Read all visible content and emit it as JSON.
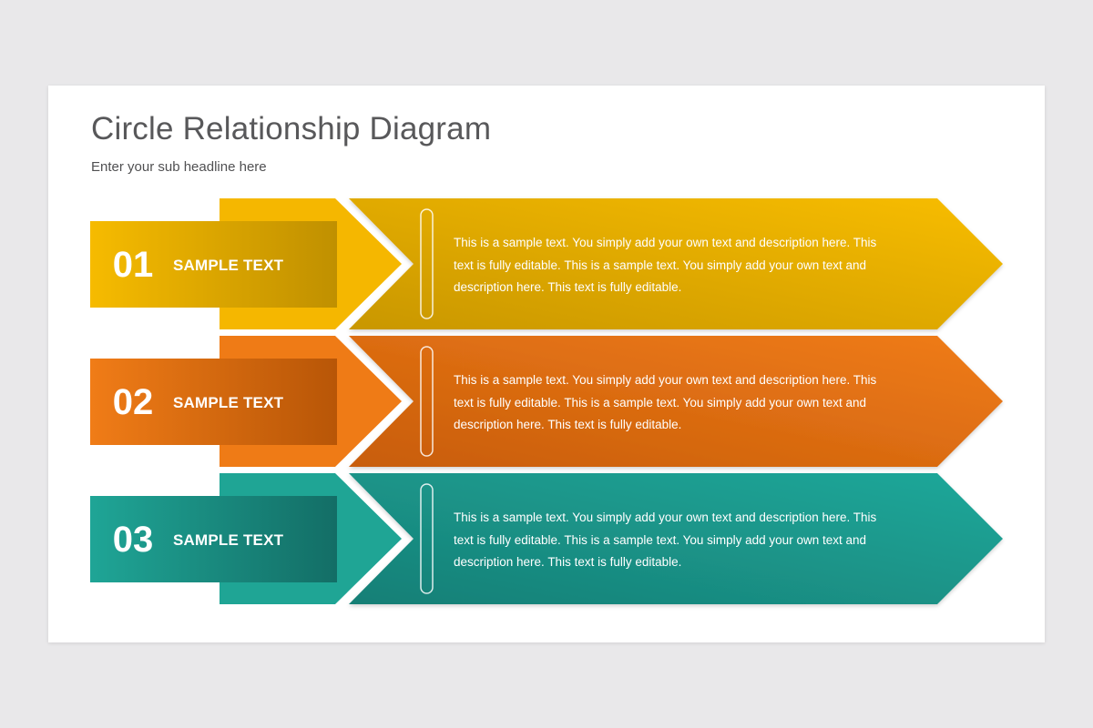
{
  "slide": {
    "title": "Circle Relationship Diagram",
    "subtitle": "Enter your sub headline here"
  },
  "items": [
    {
      "number": "01",
      "label": "SAMPLE TEXT",
      "description": "This is a sample text. You simply add your own text and description here. This text is fully editable. This is a sample text. You simply add your own text and description here. This text is fully editable.",
      "color": "#f5b800"
    },
    {
      "number": "02",
      "label": "SAMPLE TEXT",
      "description": "This is a sample text. You simply add your own text and description here. This text is fully editable. This is a sample text. You simply add your own text and description here. This text is fully editable.",
      "color": "#ee7a16"
    },
    {
      "number": "03",
      "label": "SAMPLE TEXT",
      "description": "This is a sample text. You simply add your own text and description here. This text is fully editable. This is a sample text. You simply add your own text and description here. This text is fully editable.",
      "color": "#1ea596"
    }
  ]
}
